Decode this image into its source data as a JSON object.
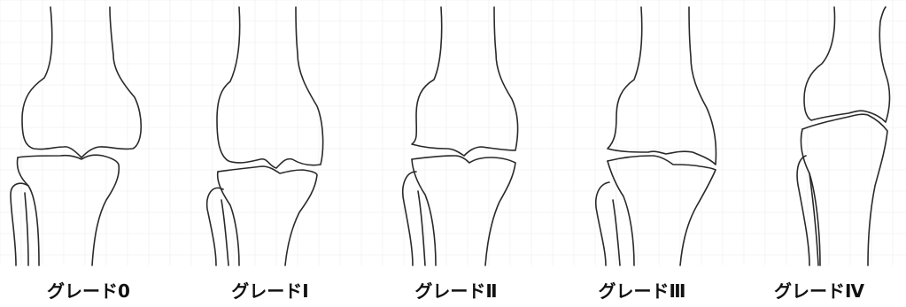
{
  "figure": {
    "background": "#ffffff",
    "line_color": "#2a2a2a",
    "grid_color": "#ececec",
    "panels": [
      {
        "grade": 0,
        "label": "グレード0"
      },
      {
        "grade": 1,
        "label": "グレードⅠ"
      },
      {
        "grade": 2,
        "label": "グレードⅡ"
      },
      {
        "grade": 3,
        "label": "グレードⅢ"
      },
      {
        "grade": 4,
        "label": "グレードⅣ"
      }
    ]
  }
}
